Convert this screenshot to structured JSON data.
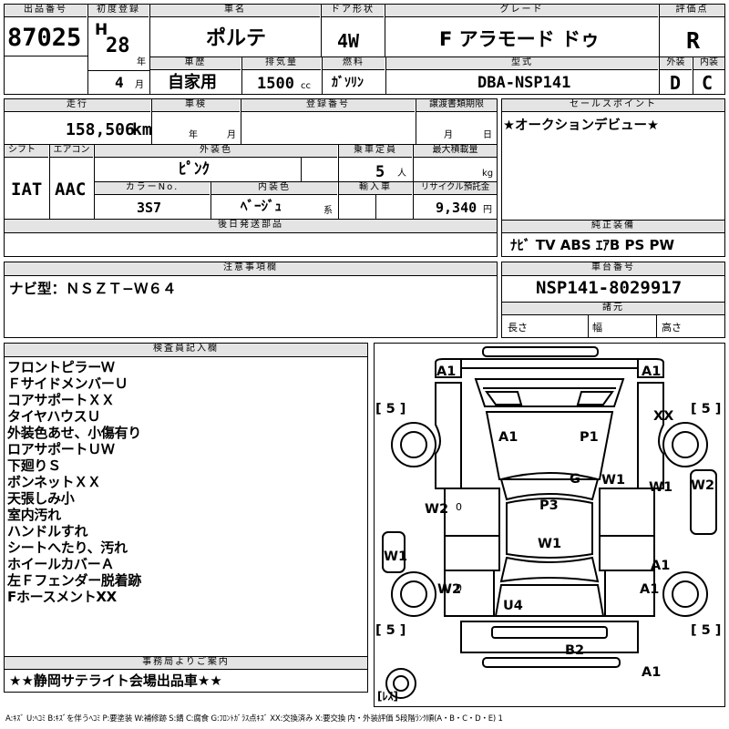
{
  "top": {
    "lot_label": "出品番号",
    "lot_number": "87025",
    "first_reg_label": "初度登録",
    "era": "H",
    "year": "28",
    "year_unit": "年",
    "month": "4",
    "month_unit": "月",
    "car_name_label": "車名",
    "car_name": "ポルテ",
    "door_label": "ドア形状",
    "door": "4W",
    "grade_label": "グレード",
    "grade": "F アラモード ドゥ",
    "score_label": "評価点",
    "score": "R",
    "history_label": "車歴",
    "history": "自家用",
    "displacement_label": "排気量",
    "displacement": "1500",
    "displacement_unit": "cc",
    "fuel_label": "燃料",
    "fuel": "ｶﾞｿﾘﾝ",
    "model_label": "型式",
    "model": "DBA-NSP141",
    "exterior_label": "外装",
    "exterior": "D",
    "interior_label": "内装",
    "interior": "C"
  },
  "mid": {
    "mileage_label": "走行",
    "mileage": "158,506",
    "mileage_unit": "km",
    "inspection_label": "車検",
    "insp_year_unit": "年",
    "insp_month_unit": "月",
    "reg_label": "登録番号",
    "transfer_label": "譲渡書類期限",
    "transfer_month_unit": "月",
    "transfer_day_unit": "日",
    "sales_label": "セールスポイント",
    "sales": "★オークションデビュー★",
    "shift_label": "シフト",
    "shift": "IAT",
    "ac_label": "エアコン",
    "ac": "AAC",
    "color_label": "外装色",
    "color": "ﾋﾟﾝｸ",
    "capacity_label": "乗車定員",
    "capacity": "5",
    "capacity_unit": "人",
    "load_label": "最大積載量",
    "load_unit": "kg",
    "color_no_label": "カラーNo.",
    "color_no": "3S7",
    "interior_color_label": "内装色",
    "interior_color": "ﾍﾞｰｼﾞｭ",
    "interior_color_unit": "系",
    "import_label": "輸入車",
    "recycle_label": "リサイクル預託金",
    "recycle": "9,340",
    "recycle_unit": "円",
    "later_parts_label": "後日発送部品",
    "equipment_label": "純正装備",
    "equipment": "ﾅﾋﾞ TV ABS ｴｱB PS PW"
  },
  "notes": {
    "label": "注意事項欄",
    "text": "ナビ型：ＮＳＺＴ−Ｗ６４",
    "chassis_label": "車台番号",
    "chassis": "NSP141-8029917",
    "dims_label": "諸元",
    "length_label": "長さ",
    "width_label": "幅",
    "height_label": "高さ"
  },
  "inspector": {
    "label": "検査員記入欄",
    "items": [
      "フロントピラーＷ",
      "ＦサイドメンバーＵ",
      "コアサポートＸＸ",
      "タイヤハウスＵ",
      "外装色あせ、小傷有り",
      "ロアサポートＵＷ",
      "下廻りＳ",
      "ボンネットＸＸ",
      "天張しみ小",
      "室内汚れ",
      "ハンドルすれ",
      "シートへたり、汚れ",
      "ホイールカバーＡ",
      "左Ｆフェンダー脱着跡",
      "FホースメントXX"
    ]
  },
  "office": {
    "label": "事務局よりご案内",
    "text": "★★静岡サテライト会場出品車★★"
  },
  "diagram": {
    "tread_fl": "[ 5 ]",
    "tread_fr": "[ 5 ]",
    "tread_rl": "[ 5 ]",
    "tread_rr": "[ 5 ]",
    "spare": "[ﾚｽ]",
    "marks": [
      "A1",
      "A1",
      "XX",
      "A1",
      "P1",
      "G",
      "W1",
      "W1",
      "W2",
      "W2",
      "P3",
      "W1",
      "W1",
      "A1",
      "W2",
      "A1",
      "U4",
      "B2",
      "A1",
      "0",
      "0"
    ]
  },
  "legend": "A:ｷｽﾞ U:ﾍｺﾐ B:ｷｽﾞを伴うﾍｺﾐ P:要塗装 W:補修跡 S:錆 C:腐食 G:ﾌﾛﾝﾄｶﾞﾗｽ点ｷｽﾞ XX:交換済み X:要交換 内・外装評価 5段階ﾗﾝｸ順(A・B・C・D・E) 1"
}
